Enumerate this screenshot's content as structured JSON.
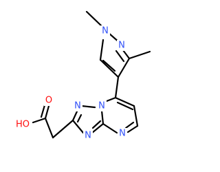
{
  "colors": {
    "background": "#ffffff",
    "bond": "#000000",
    "nitrogen": "#3050f8",
    "oxygen": "#ff0d0d"
  },
  "atoms": {
    "n_pyrazole_1": "N",
    "n_pyrazole_2": "N",
    "n_triazole_1": "N",
    "n_triazole_2": "N",
    "n_bridge": "N",
    "n_pyrimidine": "N",
    "o_carbonyl": "O",
    "hydroxyl": "HO"
  }
}
